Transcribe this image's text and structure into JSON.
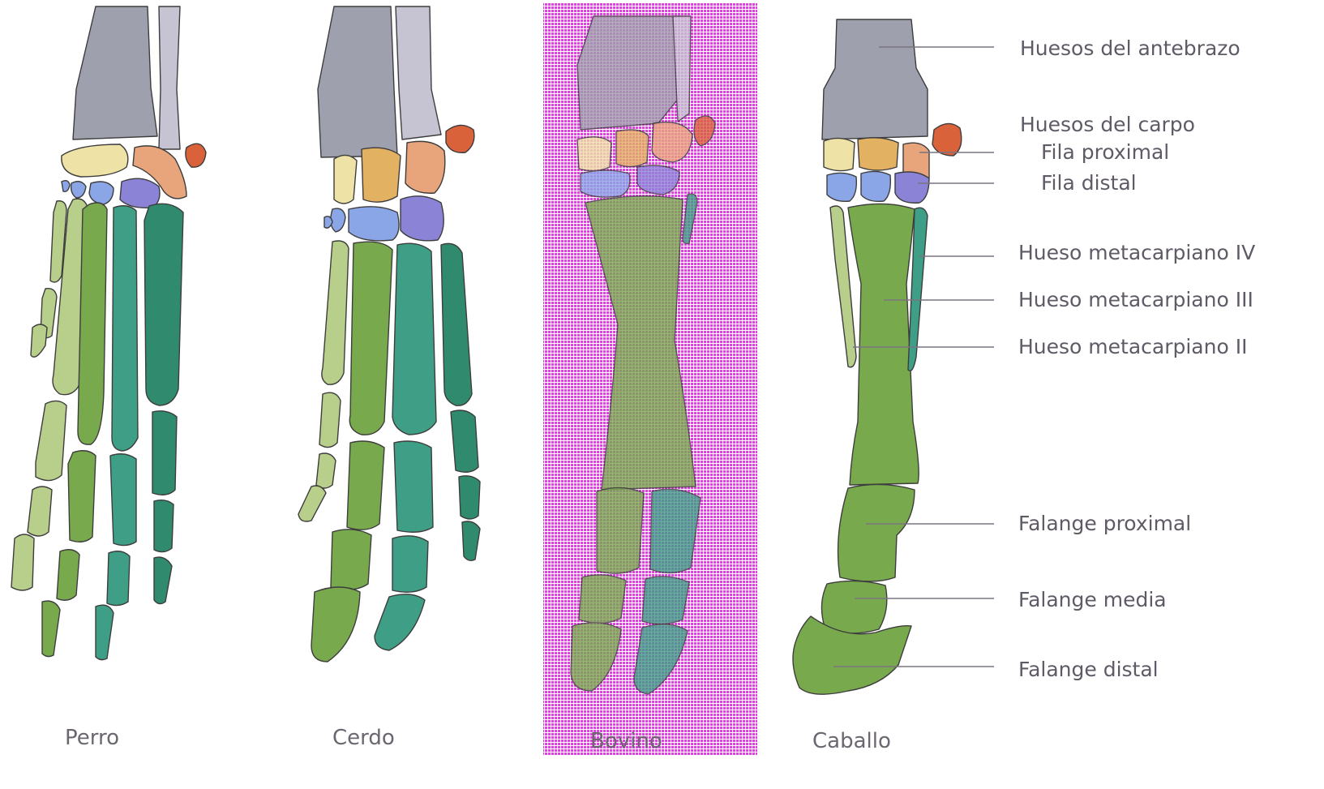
{
  "species": [
    {
      "id": "perro",
      "label": "Perro"
    },
    {
      "id": "cerdo",
      "label": "Cerdo"
    },
    {
      "id": "bovino",
      "label": "Bovino"
    },
    {
      "id": "caballo",
      "label": "Caballo"
    }
  ],
  "labels": {
    "antebrazo": "Huesos del antebrazo",
    "carpo": "Huesos del carpo",
    "fila_proximal": "Fila proximal",
    "fila_distal": "Fila distal",
    "metacarpiano_iv": "Hueso metacarpiano IV",
    "metacarpiano_iii": "Hueso metacarpiano III",
    "metacarpiano_ii": "Hueso metacarpiano II",
    "falange_proximal": "Falange proximal",
    "falange_media": "Falange media",
    "falange_distal": "Falange distal"
  },
  "colors": {
    "forearm": "#9fa0ad",
    "forearm_light": "#c6c4d2",
    "accessory_carpal": "#d9623a",
    "carpal_yellow": "#efe2a6",
    "carpal_orange": "#e3b162",
    "carpal_peach": "#e8a57c",
    "carpal_blue": "#8aa6e6",
    "carpal_violet": "#8b84d6",
    "bone_light_green": "#b7cf8a",
    "bone_green": "#79a94d",
    "bone_teal": "#3f9e86",
    "bone_dark_teal": "#2f8a6e",
    "highlight_magenta": "#e23fe2"
  }
}
